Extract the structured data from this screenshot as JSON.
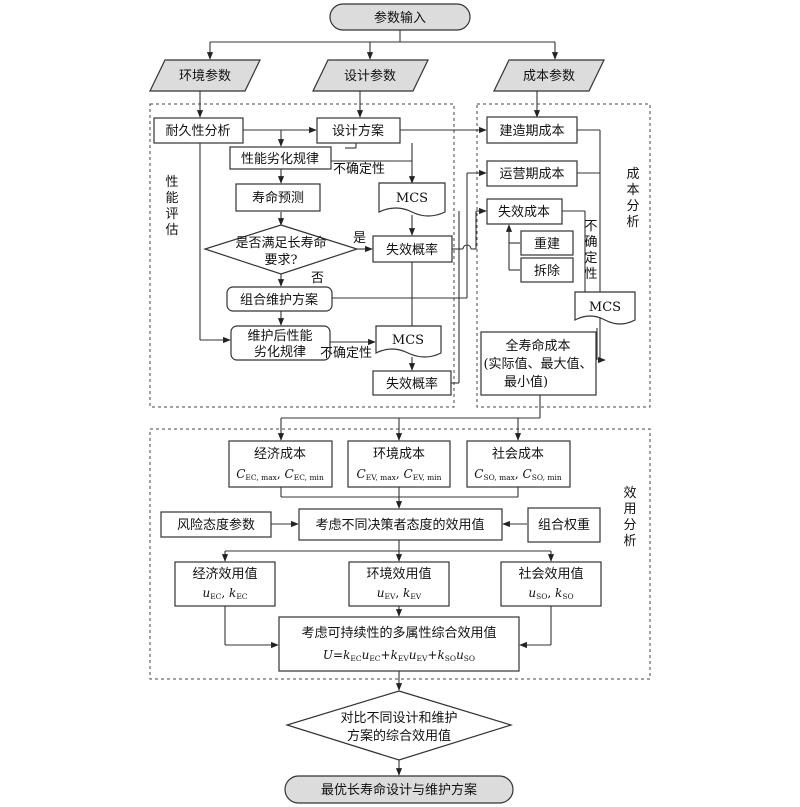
{
  "nodes": {
    "start": "参数输入",
    "env_param": "环境参数",
    "design_param": "设计参数",
    "cost_param": "成本参数",
    "durability": "耐久性分析",
    "design_scheme": "设计方案",
    "perf_degradation": "性能劣化规律",
    "life_prediction": "寿命预测",
    "decision_line1": "是否满足长寿命",
    "decision_line2": "要求?",
    "yes": "是",
    "no": "否",
    "combined_maint": "组合维护方案",
    "post_maint_line1": "维护后性能",
    "post_maint_line2": "劣化规律",
    "mcs": "MCS",
    "uncertainty": "不确定性",
    "uncertainty_v": [
      "不",
      "确",
      "定",
      "性"
    ],
    "failure_prob": "失效概率",
    "construction_cost": "建造期成本",
    "operation_cost": "运营期成本",
    "failure_cost": "失效成本",
    "rebuild": "重建",
    "demolish": "拆除",
    "lifecycle_line1": "全寿命成本",
    "lifecycle_line2": "(实际值、最大值、",
    "lifecycle_line3": "最小值)",
    "econ_cost": "经济成本",
    "env_cost": "环境成本",
    "social_cost": "社会成本",
    "risk_param": "风险态度参数",
    "attitude_utility": "考虑不同决策者态度的效用值",
    "combo_weight": "组合权重",
    "econ_utility": "经济效用值",
    "env_utility": "环境效用值",
    "social_utility": "社会效用值",
    "overall_utility": "考虑可持续性的多属性综合效用值",
    "compare_line1": "对比不同设计和维护",
    "compare_line2": "方案的综合效用值",
    "end": "最优长寿命设计与维护方案"
  },
  "formulas": {
    "econ_C1": "C",
    "econ_C1_sub": "EC, max",
    "econ_C2": "C",
    "econ_C2_sub": "EC, min",
    "env_C1": "C",
    "env_C1_sub": "EV, max",
    "env_C2": "C",
    "env_C2_sub": "EV, min",
    "soc_C1": "C",
    "soc_C1_sub": "SO, max",
    "soc_C2": "C",
    "soc_C2_sub": "SO, min",
    "econ_u": "u",
    "econ_u_sub": "EC",
    "econ_k": "k",
    "econ_k_sub": "EC",
    "env_u": "u",
    "env_u_sub": "EV",
    "env_k": "k",
    "env_k_sub": "EV",
    "soc_u": "u",
    "soc_u_sub": "SO",
    "soc_k": "k",
    "soc_k_sub": "SO",
    "comma": ", ",
    "U": "U=",
    "plus": "+"
  },
  "regions": {
    "perf_eval": [
      "性",
      "能",
      "评",
      "估"
    ],
    "cost_analysis": [
      "成",
      "本",
      "分",
      "析"
    ],
    "utility_analysis": [
      "效",
      "用",
      "分",
      "析"
    ]
  }
}
